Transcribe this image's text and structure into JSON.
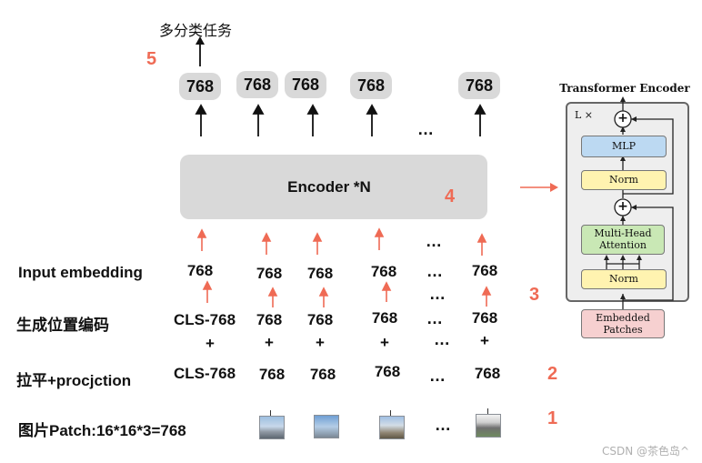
{
  "top_label": "多分类任务",
  "steps": [
    "5",
    "4",
    "3",
    "2",
    "1"
  ],
  "outputs": [
    "768",
    "768",
    "768",
    "768",
    "768"
  ],
  "ellipsis": "…",
  "encoder_label": "Encoder *N",
  "rows": {
    "input_embedding": {
      "label": "Input embedding",
      "values": [
        "768",
        "768",
        "768",
        "768",
        "768"
      ]
    },
    "position": {
      "label": "生成位置编码",
      "values": [
        "CLS-768",
        "768",
        "768",
        "768",
        "768"
      ]
    },
    "plus": "+",
    "flatten": {
      "label": "拉平+procjction",
      "values": [
        "CLS-768",
        "768",
        "768",
        "768",
        "768"
      ]
    },
    "patch": {
      "label": "图片Patch:16*16*3=768"
    }
  },
  "transformer": {
    "title": "Transformer Encoder",
    "repeat": "L ×",
    "mlp": "MLP",
    "norm": "Norm",
    "attention": "Multi-Head Attention",
    "embedded": "Embedded Patches",
    "add": "+"
  },
  "credit": "CSDN @茶色岛^",
  "colors": {
    "accent": "#ef6b55",
    "gray_box": "#d9d9d9",
    "mlp": "#bcd9f2",
    "norm": "#fff3b0",
    "attention": "#c9e8b5",
    "embedded": "#f6d0d0"
  }
}
